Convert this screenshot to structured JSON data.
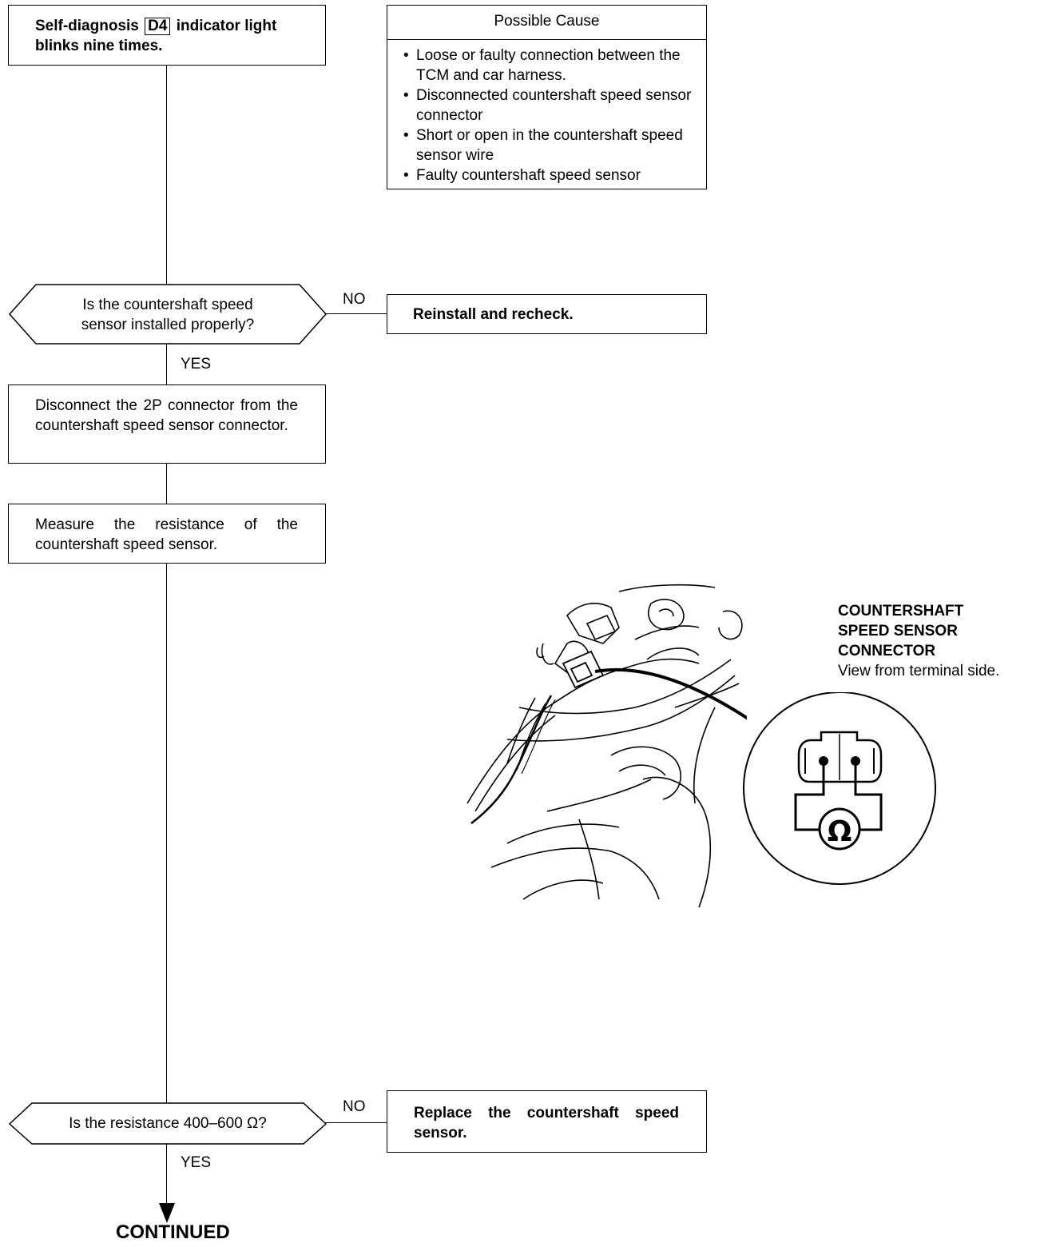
{
  "start": {
    "prefix": "Self-diagnosis",
    "badge": "D4",
    "suffix": "indicator light",
    "line2": "blinks nine times."
  },
  "possible_cause": {
    "title": "Possible Cause",
    "items": [
      "Loose or faulty connection between the TCM and car harness.",
      "Disconnected countershaft speed sensor connector",
      "Short or open in the countershaft speed sensor wire",
      "Faulty countershaft speed sensor"
    ]
  },
  "q1": {
    "line1": "Is the countershaft speed",
    "line2": "sensor installed properly?",
    "no_label": "NO",
    "yes_label": "YES",
    "no_action": "Reinstall and recheck."
  },
  "step_disconnect": "Disconnect the 2P connector from the countershaft speed sensor connector.",
  "step_measure": "Measure the resistance of the countershaft speed sensor.",
  "connector": {
    "line1": "COUNTERSHAFT",
    "line2": "SPEED SENSOR",
    "line3": "CONNECTOR",
    "note": "View from terminal side.",
    "meter_symbol": "Ω"
  },
  "q2": {
    "text": "Is the resistance 400–600 Ω?",
    "no_label": "NO",
    "yes_label": "YES",
    "no_action": "Replace the countershaft speed sensor."
  },
  "continued": "CONTINUED"
}
